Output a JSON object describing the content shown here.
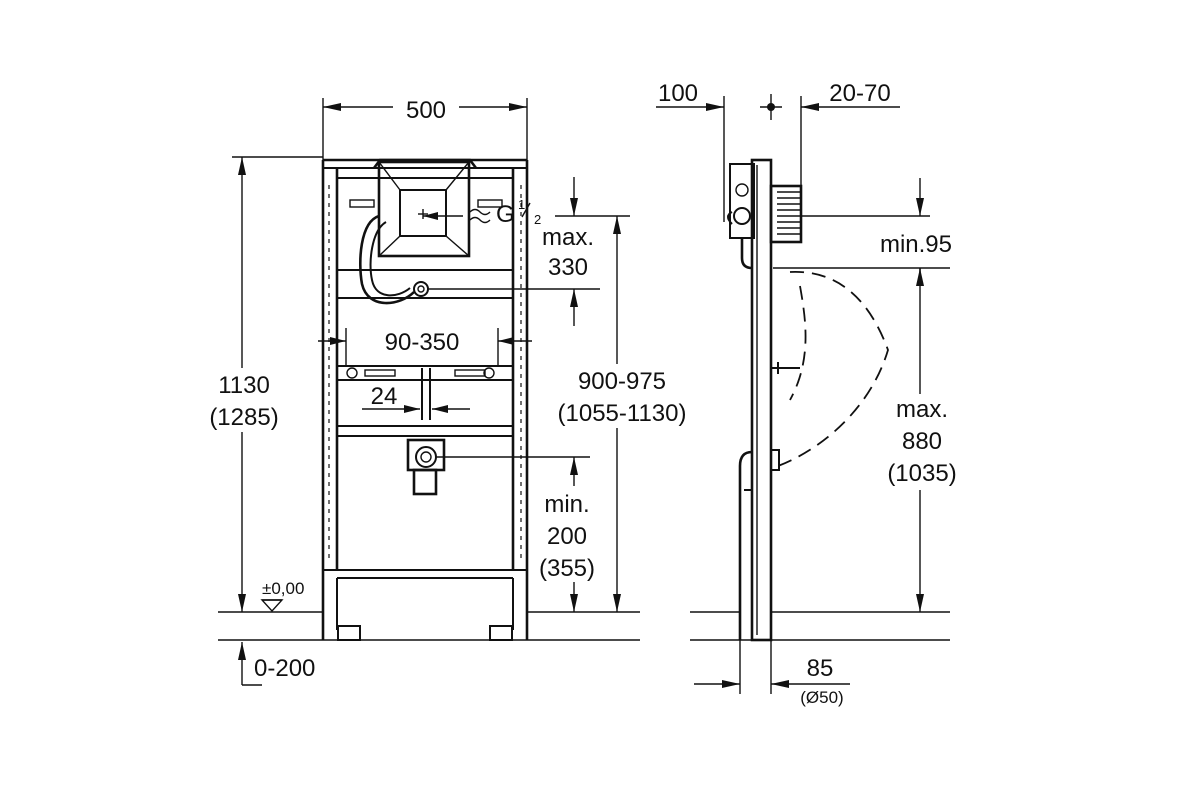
{
  "front_view": {
    "width": "500",
    "height_main": "1130",
    "height_alt": "(1285)",
    "supply_thread": "G",
    "supply_thread_num": "1",
    "supply_thread_den": "2",
    "max_label": "max.",
    "max_value": "330",
    "bracket_spacing": "90-350",
    "offset_24": "24",
    "outlet_height_main": "900-975",
    "outlet_height_alt": "(1055-1130)",
    "min_label": "min.",
    "min_value": "200",
    "min_alt": "(355)",
    "level_mark": "±0,00",
    "floor_adjust": "0-200"
  },
  "side_view": {
    "depth_100": "100",
    "depth_20_70": "20-70",
    "min_95": "min.95",
    "max_label": "max.",
    "max_value": "880",
    "max_alt": "(1035)",
    "depth_85": "85",
    "diameter": "(Ø50)"
  }
}
